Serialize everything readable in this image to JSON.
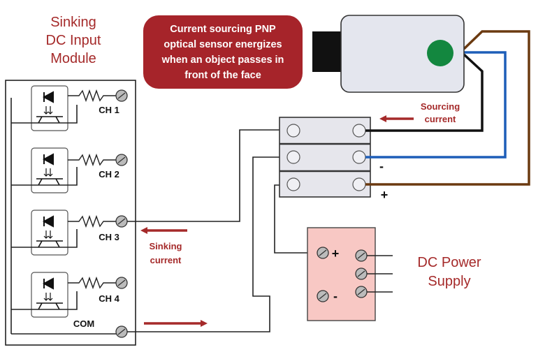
{
  "module": {
    "title_lines": [
      "Sinking",
      "DC Input",
      "Module"
    ],
    "channels": [
      "CH 1",
      "CH 2",
      "CH 3",
      "CH 4"
    ],
    "common_label": "COM"
  },
  "sensor": {
    "banner_lines": [
      "Current sourcing PNP",
      "optical sensor energizes",
      "when an object passes in",
      "front of the face"
    ],
    "indicator_color": "#13873f",
    "wire_colors": {
      "brown": "#6b3a10",
      "blue": "#1e5eb8",
      "black": "#111111"
    }
  },
  "terminal_block": {
    "minus_sign": "-",
    "plus_sign": "+"
  },
  "power_supply": {
    "title_lines": [
      "DC Power",
      "Supply"
    ],
    "plus_sign": "+",
    "minus_sign": "-",
    "fill_color": "#f8c8c4"
  },
  "annotations": {
    "sourcing_lines": [
      "Sourcing",
      "current"
    ],
    "sinking_lines": [
      "Sinking",
      "current"
    ]
  },
  "colors": {
    "accent": "#a52a2a",
    "banner": "#a6242a"
  }
}
